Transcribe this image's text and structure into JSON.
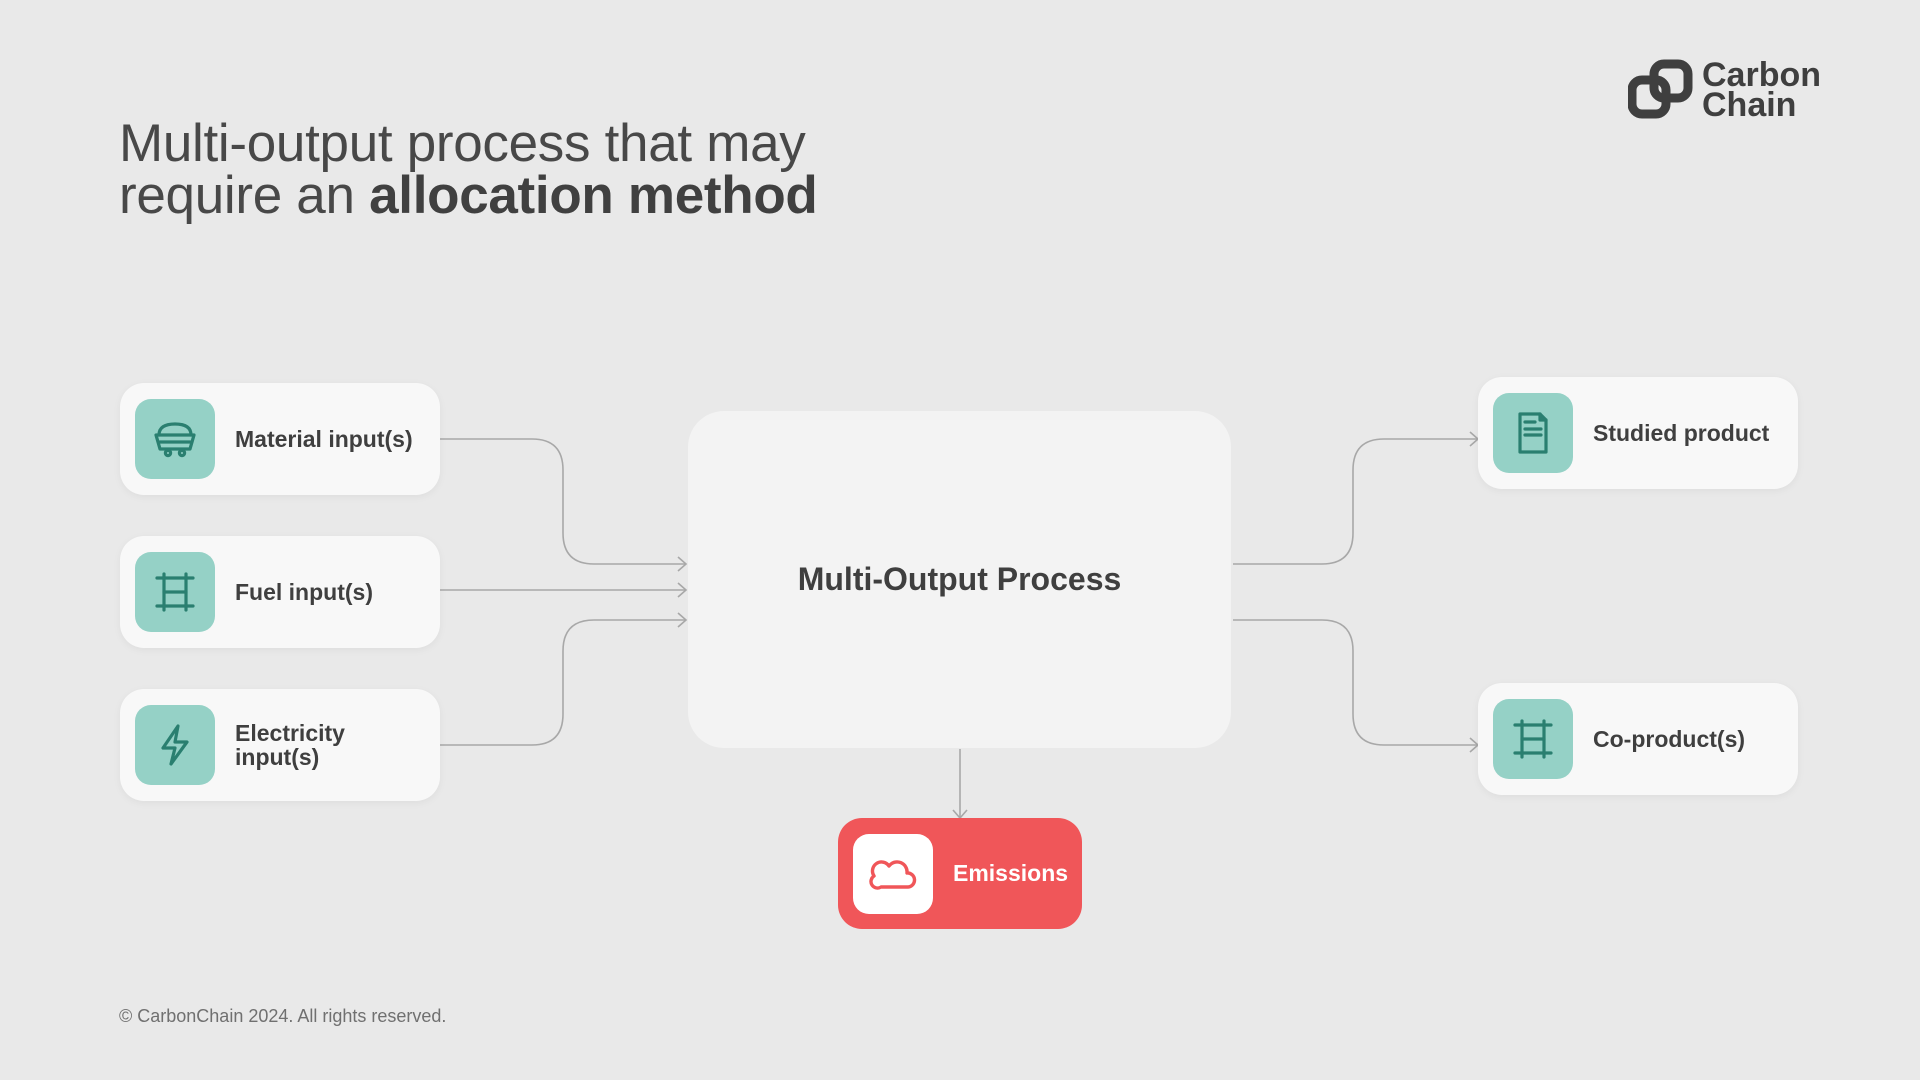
{
  "title": {
    "line1": "Multi-output process that may",
    "line2_regular": "require an ",
    "line2_bold": "allocation method"
  },
  "logo": {
    "line1": "Carbon",
    "line2": "Chain"
  },
  "inputs": [
    {
      "label": "Material input(s)",
      "icon": "mine-cart-icon"
    },
    {
      "label": "Fuel input(s)",
      "icon": "fuel-rack-icon"
    },
    {
      "label": "Electricity input(s)",
      "icon": "lightning-bolt-icon"
    }
  ],
  "process": {
    "label": "Multi-Output Process"
  },
  "outputs": [
    {
      "label": "Studied product",
      "icon": "document-icon"
    },
    {
      "label": "Co-product(s)",
      "icon": "fuel-rack-icon"
    }
  ],
  "emissions": {
    "label": "Emissions",
    "icon": "cloud-icon"
  },
  "footer": "© CarbonChain 2024. All rights reserved.",
  "colors": {
    "background": "#e9e9e9",
    "card": "#f8f8f8",
    "process": "#f3f3f3",
    "icon_tile": "#95d1c6",
    "icon_stroke": "#2a7f70",
    "emissions": "#f05659",
    "connector": "#a8a8a8",
    "text": "#3f3f3f"
  }
}
